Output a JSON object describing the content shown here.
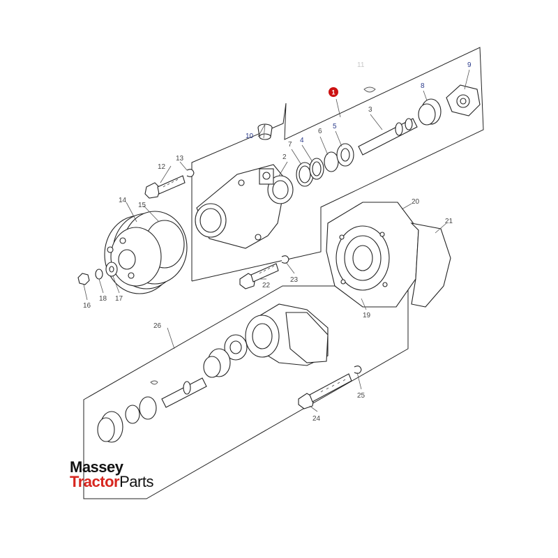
{
  "diagram": {
    "highlight_color": "#cc1111",
    "callouts": {
      "c1": "1",
      "c2": "2",
      "c3": "3",
      "c4": "4",
      "c5": "5",
      "c6": "6",
      "c7": "7",
      "c8": "8",
      "c9": "9",
      "c10": "10",
      "c11": "11",
      "c12": "12",
      "c13": "13",
      "c14": "14",
      "c15": "15",
      "c16": "16",
      "c17": "17",
      "c18": "18",
      "c19": "19",
      "c20": "20",
      "c21": "21",
      "c22": "22",
      "c23": "23",
      "c24": "24",
      "c25": "25",
      "c26": "26"
    }
  },
  "logo": {
    "line1": "Massey",
    "line2_red": "Tractor",
    "line2_black": "Parts",
    "red_color": "#d7261f"
  }
}
